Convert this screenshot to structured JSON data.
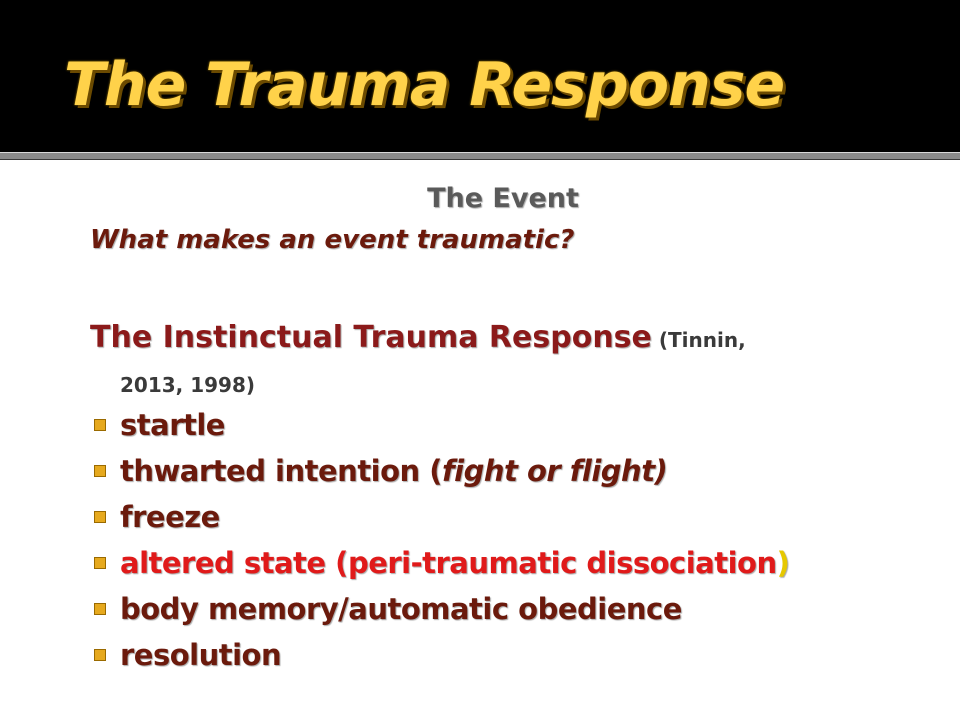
{
  "slide": {
    "title": "The Trauma Response",
    "event_heading": "The Event",
    "event_question": "What makes an event traumatic?",
    "itr": {
      "title": "The Instinctual Trauma Response",
      "citation_line1": " (Tinnin,",
      "citation_line2": "2013, 1998)"
    },
    "bullets": [
      {
        "text": "startle"
      },
      {
        "pre": "thwarted intention (",
        "italic": "fight or flight)"
      },
      {
        "text": "freeze"
      },
      {
        "pre": "altered state (peri-traumatic dissociation",
        "close": ")"
      },
      {
        "text": "body memory/automatic obedience"
      },
      {
        "text": "resolution"
      }
    ]
  },
  "colors": {
    "title": "#ffd24a",
    "background_top": "#000000",
    "content_bg": "#ffffff",
    "dark_red": "#6b1a0c",
    "crimson": "#8b1a1a",
    "bright_red": "#e01a1a",
    "bullet_marker": "#e6a91e",
    "gray_text": "#5a5a5a"
  },
  "icons": {
    "bullet": "square-bullet-icon"
  }
}
